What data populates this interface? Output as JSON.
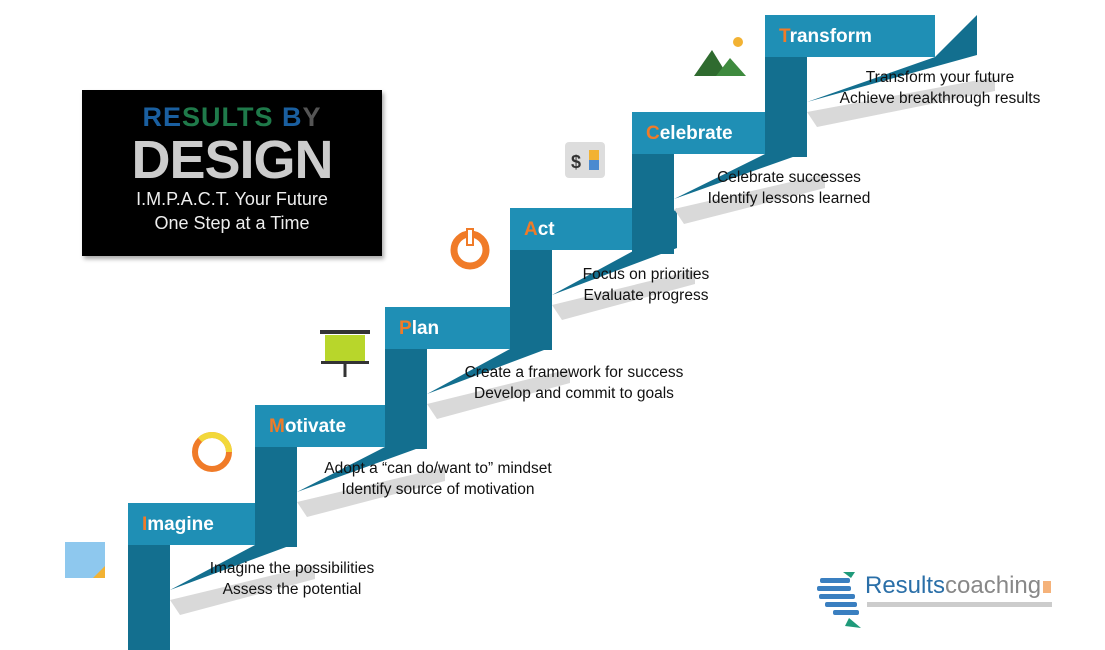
{
  "title_box": {
    "line1_part1": "RE",
    "line1_part2": "SULTS",
    "line1_part3": " B",
    "line1_part4": "Y",
    "line2": "DESIGN",
    "line3": "I.M.P.A.C.T. Your Future",
    "line4": "One Step at a Time"
  },
  "colors": {
    "step_blue": "#1f8fb5",
    "step_dark": "#136f8f",
    "accent_orange": "#f07b28",
    "shadow": "#d9d9d9"
  },
  "steps": [
    {
      "first": "I",
      "rest": "magine",
      "icon": "sticky-note-icon",
      "lines": [
        "Imagine the possibilities",
        "Assess the potential"
      ]
    },
    {
      "first": "M",
      "rest": "otivate",
      "icon": "ring-icon",
      "lines": [
        "Adopt a “can do/want to” mindset",
        "Identify source of motivation"
      ]
    },
    {
      "first": "P",
      "rest": "lan",
      "icon": "presentation-board-icon",
      "lines": [
        "Create a framework for success",
        "Develop and commit to goals"
      ]
    },
    {
      "first": "A",
      "rest": "ct",
      "icon": "power-icon",
      "lines": [
        "Focus on priorities",
        "Evaluate progress"
      ]
    },
    {
      "first": "C",
      "rest": "elebrate",
      "icon": "dollar-note-icon",
      "lines": [
        "Celebrate successes",
        "Identify lessons learned"
      ]
    },
    {
      "first": "T",
      "rest": "ransform",
      "icon": "mountain-sun-icon",
      "lines": [
        "Transform your future",
        "Achieve breakthrough results"
      ]
    }
  ],
  "logo": {
    "part1": "Results",
    "part2": "coaching"
  }
}
